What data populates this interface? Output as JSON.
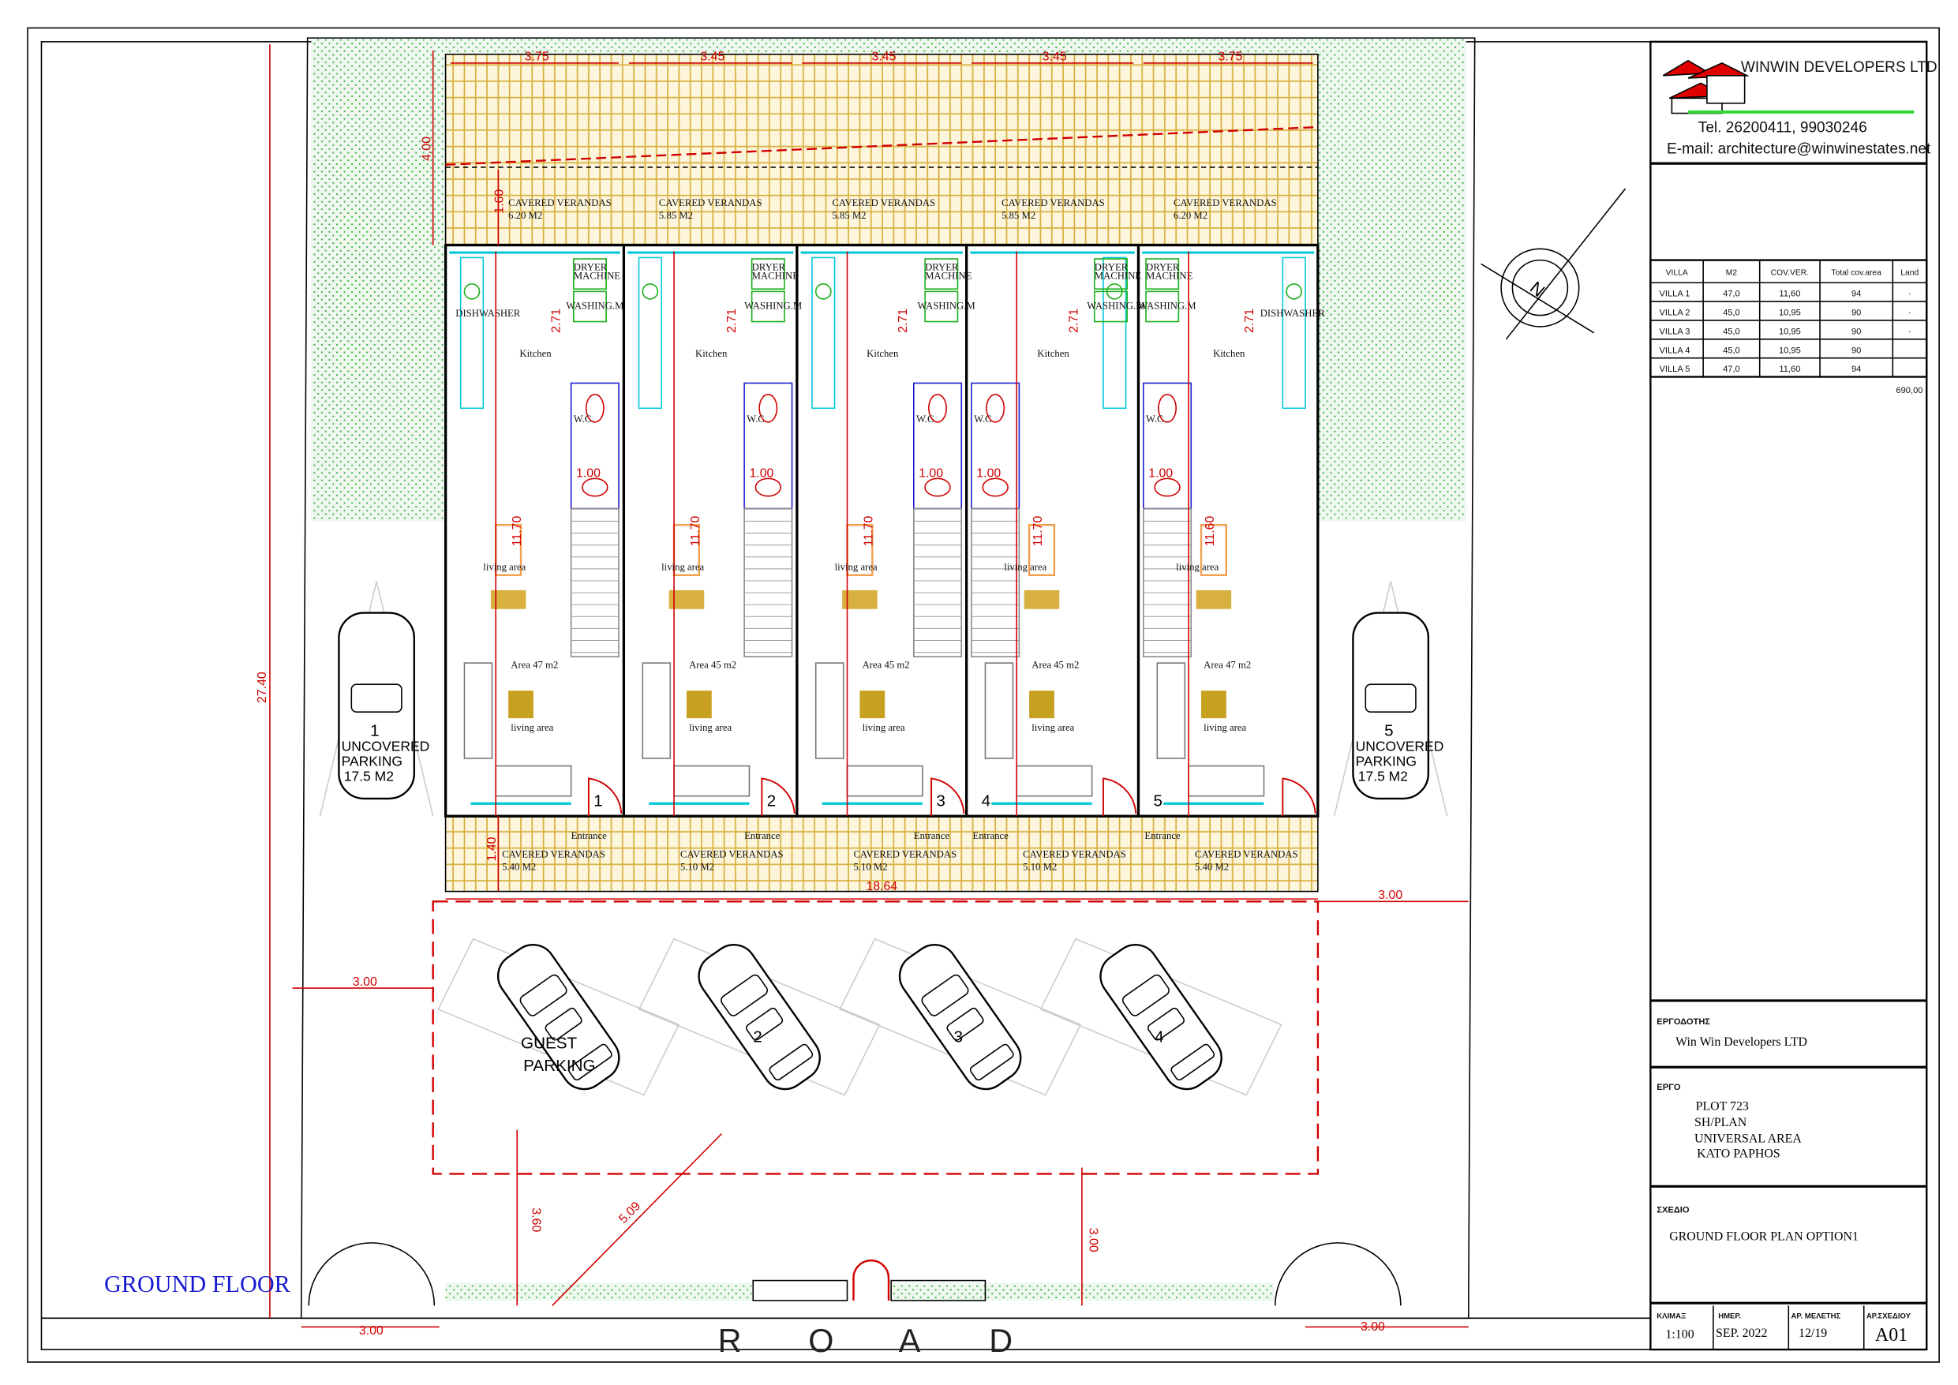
{
  "title_block": {
    "company": "WINWIN DEVELOPERS LTD",
    "tel": "Tel. 26200411, 99030246",
    "email": "E-mail: architecture@winwinestates.net",
    "table": {
      "headers": [
        "VILLA",
        "M2",
        "COV.VER.",
        "Total cov.area",
        "Land"
      ],
      "rows": [
        [
          "VILLA 1",
          "47,0",
          "11,60",
          "94",
          "·"
        ],
        [
          "VILLA 2",
          "45,0",
          "10,95",
          "90",
          "·"
        ],
        [
          "VILLA 3",
          "45,0",
          "10,95",
          "90",
          "·"
        ],
        [
          "VILLA 4",
          "45,0",
          "10,95",
          "90",
          ""
        ],
        [
          "VILLA 5",
          "47,0",
          "11,60",
          "94",
          ""
        ]
      ],
      "total": "690,00"
    },
    "client_label": "ΕΡΓΟΔΟΤΗΣ",
    "client": "Win Win Developers LTD",
    "project_label": "ΕΡΓΟ",
    "project_lines": [
      "PLOT 723",
      "SH/PLAN",
      "UNIVERSAL AREA",
      "KATO PAPHOS"
    ],
    "drawing_label": "ΣΧΕΔΙΟ",
    "drawing": "GROUND FLOOR PLAN  OPTION1",
    "scale_label": "ΚΛΙΜΑΞ",
    "scale": "1:100",
    "date_label": "ΗΜΕΡ.",
    "date": "SEP. 2022",
    "study_no_label": "ΑΡ. ΜΕΛΕΤΗΣ",
    "study_no": "12/19",
    "sheet_no_label": "ΑΡ.ΣΧΕΔΙΟΥ",
    "sheet_no": "A01"
  },
  "plan": {
    "title": "GROUND FLOOR",
    "road": [
      "R",
      "O",
      "A",
      "D"
    ],
    "north_label": "N",
    "units": [
      {
        "number": "1",
        "top_veranda": "CAVERED VERANDAS",
        "top_area": "6.20 M2",
        "bottom_veranda": "CAVERED VERANDAS",
        "bottom_area": "5.40 M2",
        "area": "Area 47 m2",
        "kitchen": "Kitchen",
        "living": "living area",
        "entrance": "Entrance",
        "width_dim": "3.75",
        "length_dim": "11.70",
        "kitchen_dim": "2.71"
      },
      {
        "number": "2",
        "top_veranda": "CAVERED VERANDAS",
        "top_area": "5.85 M2",
        "bottom_veranda": "CAVERED VERANDAS",
        "bottom_area": "5.10 M2",
        "area": "Area 45 m2",
        "kitchen": "Kitchen",
        "living": "living area",
        "entrance": "Entrance",
        "width_dim": "3.45",
        "length_dim": "11.70",
        "kitchen_dim": "2.71"
      },
      {
        "number": "3",
        "top_veranda": "CAVERED VERANDAS",
        "top_area": "5.85 M2",
        "bottom_veranda": "CAVERED VERANDAS",
        "bottom_area": "5.10 M2",
        "area": "Area 45 m2",
        "kitchen": "Kitchen",
        "living": "living area",
        "entrance": "Entrance",
        "width_dim": "3.45",
        "length_dim": "11.70",
        "kitchen_dim": "2.71"
      },
      {
        "number": "4",
        "top_veranda": "CAVERED VERANDAS",
        "top_area": "5.85 M2",
        "bottom_veranda": "CAVERED VERANDAS",
        "bottom_area": "5.10 M2",
        "area": "Area 45 m2",
        "kitchen": "Kitchen",
        "living": "living area",
        "entrance": "Entrance",
        "width_dim": "3.45",
        "length_dim": "11.70",
        "kitchen_dim": "2.71"
      },
      {
        "number": "5",
        "top_veranda": "CAVERED VERANDAS",
        "top_area": "6.20 M2",
        "bottom_veranda": "CAVERED VERANDAS",
        "bottom_area": "5.40 M2",
        "area": "Area 47 m2",
        "kitchen": "Kitchen",
        "living": "living area",
        "entrance": "Entrance",
        "width_dim": "3.75",
        "length_dim": "11.60",
        "kitchen_dim": "2.71"
      }
    ],
    "room_labels": {
      "wc": "W.C",
      "dryer": "DRYER MACHINE",
      "washing": "WASHING.M",
      "dishwasher": "DISHWASHER",
      "stair_dim": "1.00",
      "unit_width_small": "3.45"
    },
    "side_parking": [
      {
        "number": "1",
        "line1": "UNCOVERED",
        "line2": "PARKING",
        "area": "17.5  M2"
      },
      {
        "number": "5",
        "line1": "UNCOVERED",
        "line2": "PARKING",
        "area": "17.5  M2"
      }
    ],
    "front_parking": [
      {
        "line1": "GUEST",
        "line2": "PARKING"
      },
      {
        "line1": "2",
        "line2": ""
      },
      {
        "line1": "3",
        "line2": ""
      },
      {
        "line1": "4",
        "line2": ""
      }
    ],
    "dimensions": {
      "rear_depth": "4.00",
      "rear_veranda": "1.60",
      "front_veranda": "1.40",
      "total_width": "18.64",
      "right_setback": "3.00",
      "left_setback": "3.00",
      "plot_depth": "27.40",
      "front_setback_left": "3.60",
      "diagonal": "5.09",
      "front_setback_right": "3.00",
      "road_left": "3.00",
      "road_right": "3.00"
    },
    "colors": {
      "dimension": "#d00000",
      "glazing": "#00c8d8",
      "hatch": "#d8b040",
      "green": "#3cb043",
      "title": "#1a1ad0"
    }
  }
}
